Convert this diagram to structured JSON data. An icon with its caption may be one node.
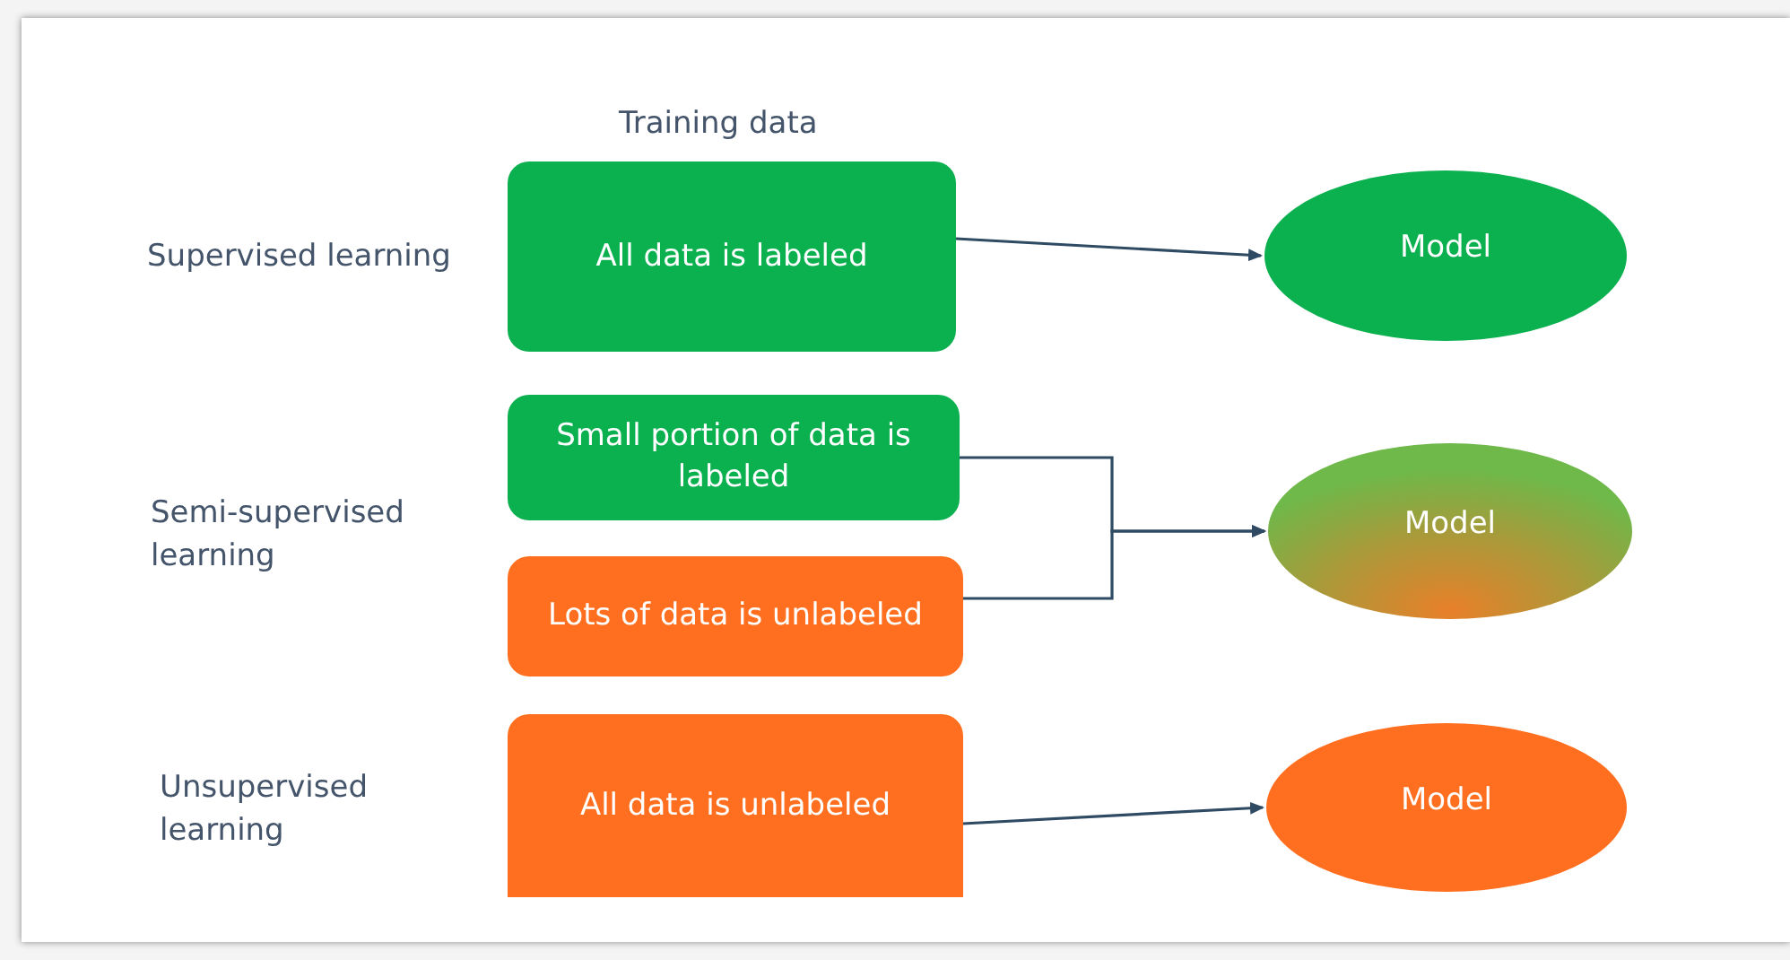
{
  "diagram": {
    "nodes": [
      {
        "text": [
          "All data is labeled"
        ]
      },
      {
        "text": [
          "Model"
        ]
      },
      {
        "text": [
          "Small portion of data is labeled"
        ]
      },
      {
        "text": [
          "Lots of data is unlabeled"
        ]
      },
      {
        "text": [
          "Model"
        ]
      },
      {
        "text": [
          "All data is unlabeled"
        ]
      },
      {
        "text": [
          "Model"
        ]
      }
    ],
    "edges": [
      {
        "from": 0,
        "to": 1,
        "arrow": "to"
      },
      {
        "from": 2,
        "to": 4,
        "arrow": "to"
      },
      {
        "from": 3,
        "to": 4,
        "arrow": "to"
      },
      {
        "from": 5,
        "to": 6,
        "arrow": "to"
      }
    ],
    "labels": [
      "Training data",
      "Supervised learning",
      "Semi-supervised learning",
      "Unsupervised learning"
    ]
  }
}
